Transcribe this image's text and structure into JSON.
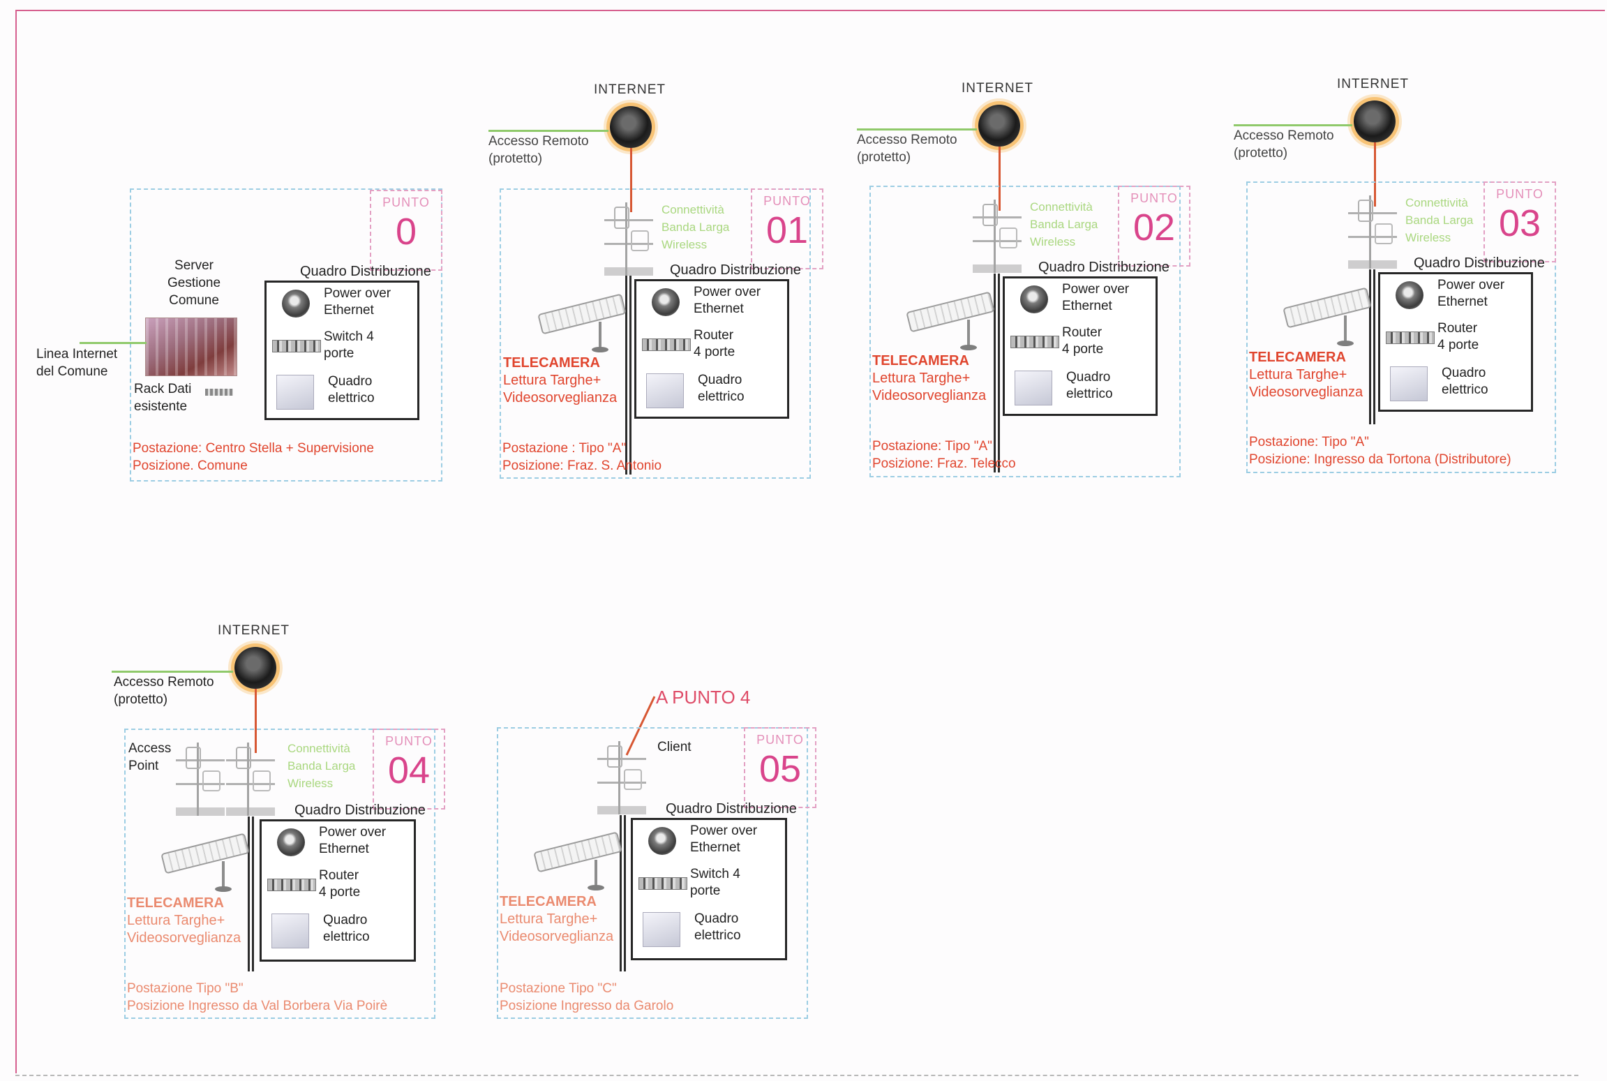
{
  "colors": {
    "sheet_border": "#d65f8e",
    "panel_border": "#9ccde3",
    "punto_pink": "#d9448b",
    "link_red": "#d75733",
    "telecamera_red": "#e0452e",
    "wireless_green": "#a9d77f",
    "internet_glow": "#f6a62f"
  },
  "punto_label": "PUNTO",
  "quadro_title": "Quadro Distribuzione",
  "poe_label": [
    "Power over",
    "Ethernet"
  ],
  "quadro_elettrico": [
    "Quadro",
    "elettrico"
  ],
  "internet_label": "INTERNET",
  "remote_access": [
    "Accesso Remoto",
    "(protetto)"
  ],
  "wireless_label": [
    "Connettività",
    "Banda Larga",
    "Wireless"
  ],
  "telecamera": [
    "TELECAMERA",
    "Lettura Targhe+",
    "Videosorveglianza"
  ],
  "points": [
    {
      "number": "0",
      "server": [
        "Server",
        "Gestione",
        "Comune"
      ],
      "internet_line": [
        "Linea Internet",
        "del Comune"
      ],
      "rack": [
        "Rack Dati",
        "esistente"
      ],
      "device": [
        "Switch 4",
        "porte"
      ],
      "postazione": "Postazione: Centro Stella + Supervisione",
      "posizione": "Posizione. Comune"
    },
    {
      "number": "01",
      "device": [
        "Router",
        "4 porte"
      ],
      "postazione": "Postazione : Tipo \"A\"",
      "posizione": "Posizione: Fraz. S. Antonio"
    },
    {
      "number": "02",
      "device": [
        "Router",
        "4 porte"
      ],
      "postazione": "Postazione: Tipo \"A\"",
      "posizione": "Posizione: Fraz. Telecco"
    },
    {
      "number": "03",
      "device": [
        "Router",
        "4 porte"
      ],
      "postazione": "Postazione: Tipo \"A\"",
      "posizione": "Posizione: Ingresso da Tortona (Distributore)"
    },
    {
      "number": "04",
      "access_point": [
        "Access",
        "Point"
      ],
      "device": [
        "Router",
        "4 porte"
      ],
      "postazione": "Postazione  Tipo \"B\"",
      "posizione": "Posizione  Ingresso da Val Borbera  Via Poirè"
    },
    {
      "number": "05",
      "client": "Client",
      "a_punto": "A PUNTO 4",
      "device": [
        "Switch 4",
        "porte"
      ],
      "postazione": "Postazione  Tipo \"C\"",
      "posizione": "Posizione  Ingresso da Garolo"
    }
  ]
}
